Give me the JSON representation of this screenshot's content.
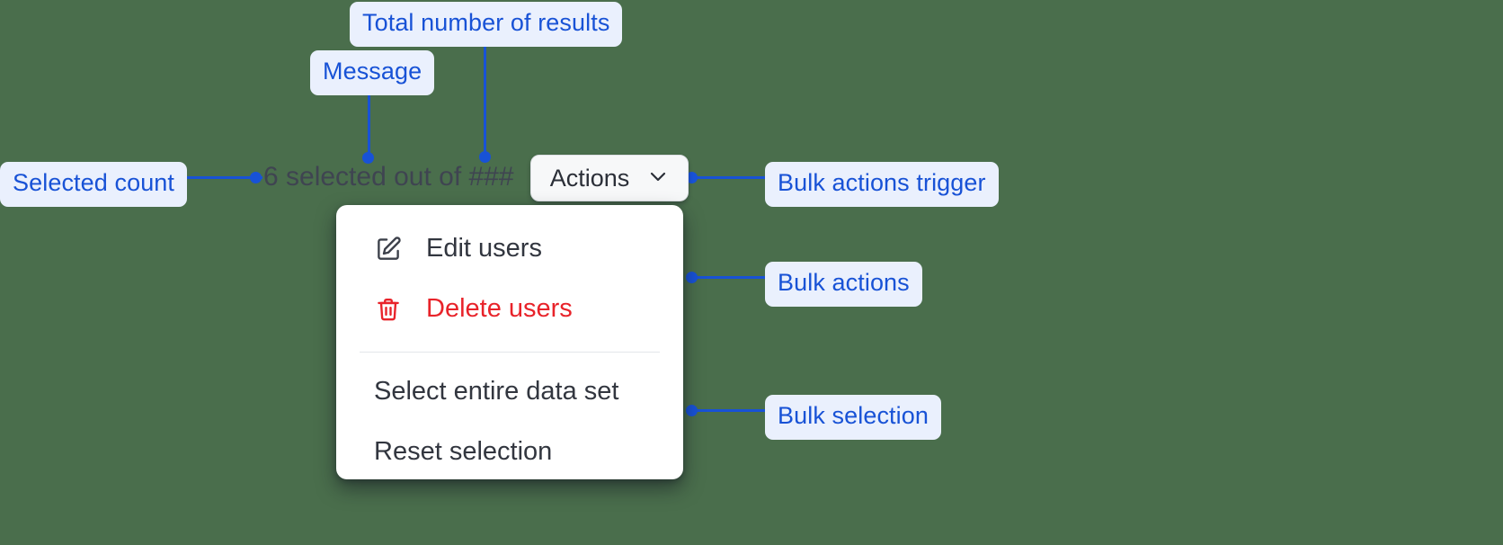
{
  "background_color": "#4a6e4c",
  "accent_color": "#1852d6",
  "callout_bg": "#eaf0fd",
  "danger_color": "#e8232a",
  "annotations": [
    {
      "id": "total-results",
      "label": "Total number of results"
    },
    {
      "id": "message",
      "label": "Message"
    },
    {
      "id": "selected-count",
      "label": "Selected count"
    },
    {
      "id": "bulk-trigger",
      "label": "Bulk actions trigger"
    },
    {
      "id": "bulk-actions",
      "label": "Bulk actions"
    },
    {
      "id": "bulk-selection",
      "label": "Bulk selection"
    }
  ],
  "selection_bar": {
    "message": "6 selected out of ###",
    "selected_count": "6",
    "total_placeholder": "###",
    "actions_button": {
      "label": "Actions",
      "icon": "chevron-down-icon",
      "expanded": true
    }
  },
  "dropdown_menu": {
    "groups": [
      {
        "name": "bulk-actions",
        "items": [
          {
            "label": "Edit users",
            "icon": "pencil-square-icon",
            "variant": "default"
          },
          {
            "label": "Delete users",
            "icon": "trash-icon",
            "variant": "danger"
          }
        ]
      },
      {
        "name": "bulk-selection",
        "items": [
          {
            "label": "Select entire data set",
            "icon": null,
            "variant": "default"
          },
          {
            "label": "Reset selection",
            "icon": null,
            "variant": "default"
          }
        ]
      }
    ]
  }
}
